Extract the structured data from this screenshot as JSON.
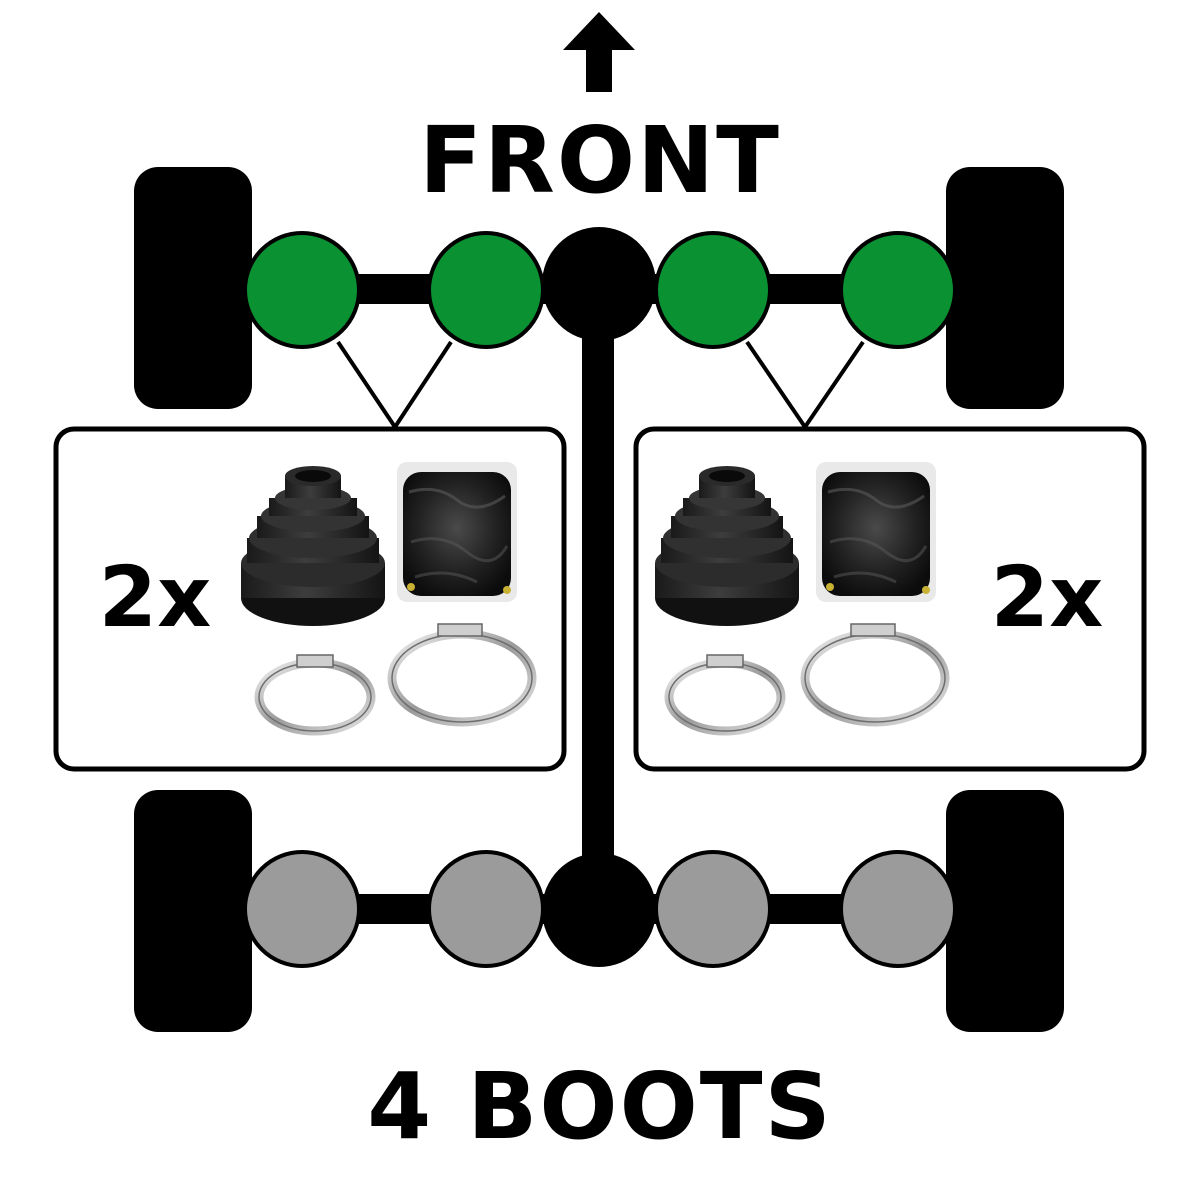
{
  "header": {
    "direction_label": "FRONT",
    "arrow_icon": "arrow-up-icon"
  },
  "footer": {
    "total_label": "4 BOOTS"
  },
  "front_axle": {
    "joint_color": "#0a9132",
    "joints": [
      "front-left-outer",
      "front-left-inner",
      "front-right-inner",
      "front-right-outer"
    ]
  },
  "rear_axle": {
    "joint_color": "#9b9b9b",
    "joints": [
      "rear-left-outer",
      "rear-left-inner",
      "rear-right-inner",
      "rear-right-outer"
    ]
  },
  "kits": {
    "left": {
      "quantity_label": "2x"
    },
    "right": {
      "quantity_label": "2x"
    },
    "contents": [
      "boot-icon",
      "grease-pack-icon",
      "small-clamp-icon",
      "large-clamp-icon"
    ]
  },
  "colors": {
    "wheel": "#000000",
    "differential": "#000000",
    "kit_border": "#000000"
  }
}
